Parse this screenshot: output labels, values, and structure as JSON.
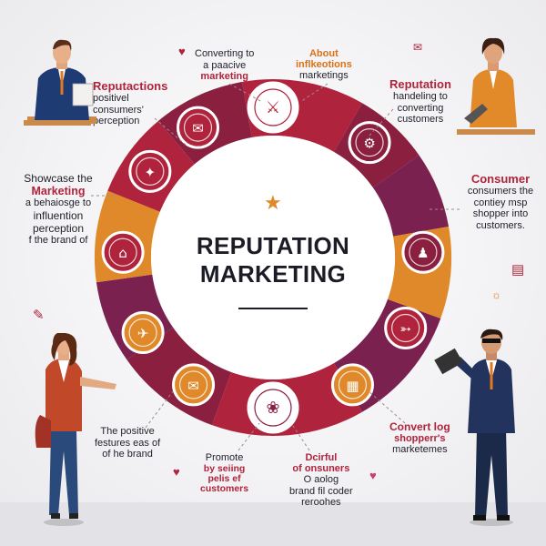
{
  "title": {
    "line1": "REPUTATION",
    "line2": "MARKETING"
  },
  "labels": {
    "top_center": {
      "lines": [
        "Converting to",
        "a paacive"
      ],
      "title": "marketing"
    },
    "top_right": {
      "title": "About",
      "title2": "inflkeotions",
      "lines": [
        "marketings"
      ]
    },
    "left_top": {
      "title": "Reputactions",
      "lines": [
        "positivel",
        "consumers'",
        "perception"
      ]
    },
    "left_mid": {
      "lines": [
        "Showcase the"
      ],
      "title": "Marketing",
      "lines2": [
        "a behaiosge to",
        "influention",
        "perception",
        "f the brand of"
      ]
    },
    "right_top": {
      "title": "Reputation",
      "lines": [
        "handeling to",
        "converting",
        "customers"
      ]
    },
    "right_mid": {
      "title": "Consumer",
      "lines": [
        "consumers the",
        "contiey msp",
        "shopper into",
        "customers."
      ]
    },
    "bottom_left": {
      "lines": [
        "The positive",
        "festures eas of",
        "of he brand"
      ]
    },
    "bottom_center_left": {
      "lines": [
        "Promote"
      ],
      "title": "by seiing",
      "title2": "pelis ef",
      "title3": "customers"
    },
    "bottom_center": {
      "title": "Dcirful",
      "lines_t": [
        "of onsuners"
      ],
      "lines": [
        "O aolog",
        "brand fil coder",
        "reroohes"
      ]
    },
    "bottom_right": {
      "title": "Convert log",
      "title2": "shopperr's",
      "title3": "marketemes"
    }
  },
  "icons": [
    "shirt-icon",
    "target-icon",
    "user-icon",
    "handshake-trophy-icon",
    "basket-icon",
    "handshake-icon",
    "document-icon",
    "plane-icon",
    "tag-icon",
    "star-badge-icon",
    "chat-icon"
  ],
  "colors": {
    "crimson": "#b0233c",
    "maroon": "#8a1f3f",
    "orange": "#e0892a",
    "plum": "#7a2150",
    "ink": "#1c1c26"
  }
}
